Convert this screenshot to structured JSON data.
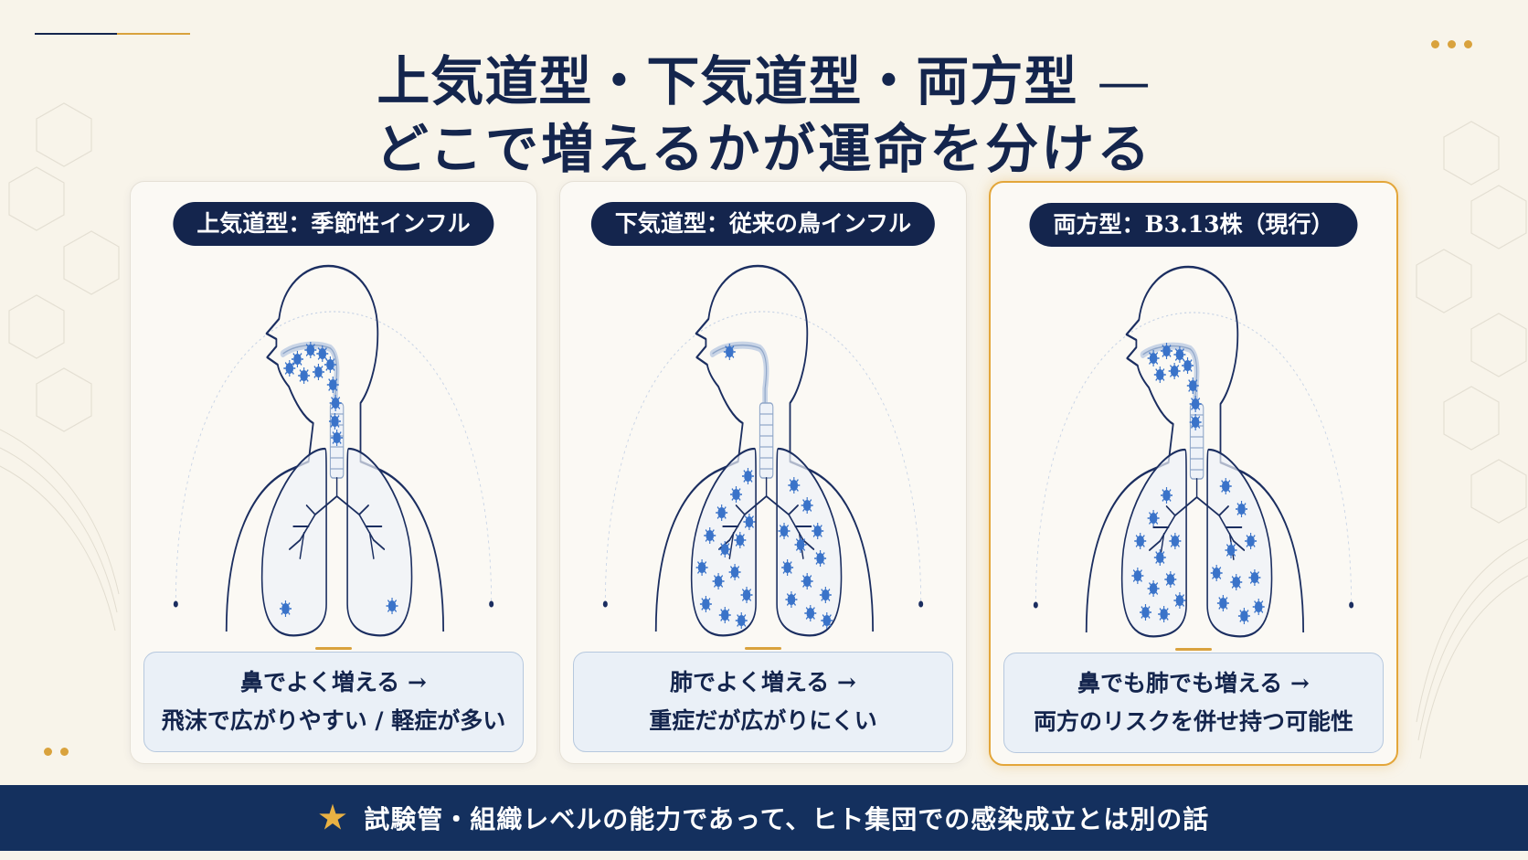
{
  "title": {
    "line1": "上気道型・下気道型・両方型",
    "dash": "—",
    "line2": "どこで増えるかが運命を分ける"
  },
  "cards": [
    {
      "label": "上気道型：季節性インフル",
      "desc1": "鼻でよく増える →",
      "desc2": "飛沫で広がりやすい / 軽症が多い"
    },
    {
      "label": "下気道型：従来の鳥インフル",
      "desc1": "肺でよく増える →",
      "desc2": "重症だが広がりにくい"
    },
    {
      "label": "両方型：B3.13株（現行）",
      "desc1": "鼻でも肺でも増える →",
      "desc2": "両方のリスクを併せ持つ可能性"
    }
  ],
  "footer": {
    "icon": "star-icon",
    "text": "試験管・組織レベルの能力であって、ヒト集団での感染成立とは別の話"
  },
  "colors": {
    "navy": "#14254d",
    "gold": "#e3a63a",
    "virus": "#3a73c9",
    "footer_bg": "#14305e"
  }
}
